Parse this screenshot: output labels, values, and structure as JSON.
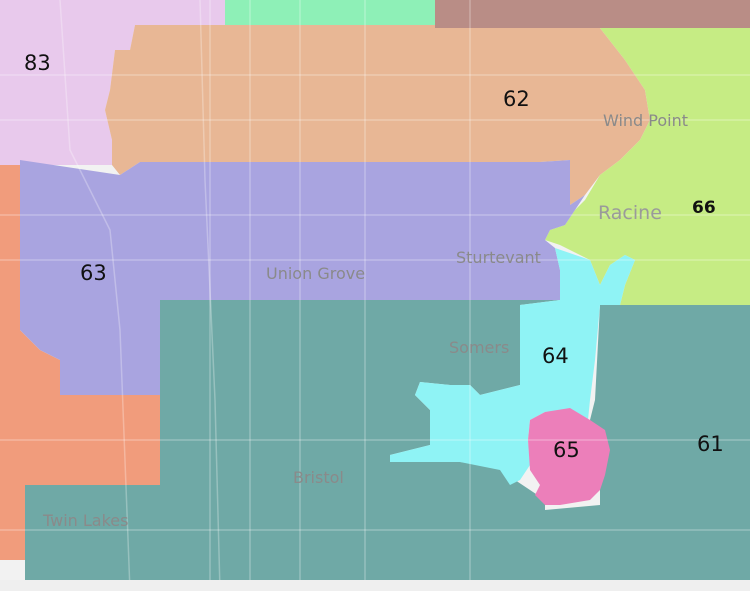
{
  "map": {
    "districts": [
      {
        "id": "61",
        "label": "61",
        "color": "#6fa9a6"
      },
      {
        "id": "62",
        "label": "62",
        "color": "#e8b795"
      },
      {
        "id": "63",
        "label": "63",
        "color": "#a9a4e0"
      },
      {
        "id": "64",
        "label": "64",
        "color": "#8ff3f5"
      },
      {
        "id": "65",
        "label": "65",
        "color": "#ec7fba"
      },
      {
        "id": "66",
        "label": "66",
        "color": "#c6ec84"
      },
      {
        "id": "83",
        "label": "83",
        "color": "#e8c9ec"
      },
      {
        "id": "orange-west",
        "label": "",
        "color": "#f19c7c"
      },
      {
        "id": "green-top",
        "label": "",
        "color": "#8ef0b7"
      },
      {
        "id": "brown-top",
        "label": "",
        "color": "#b98d86"
      }
    ],
    "places": [
      {
        "id": "wind-point",
        "label": "Wind Point"
      },
      {
        "id": "racine",
        "label": "Racine"
      },
      {
        "id": "sturtevant",
        "label": "Sturtevant"
      },
      {
        "id": "union-grove",
        "label": "Union Grove"
      },
      {
        "id": "somers",
        "label": "Somers"
      },
      {
        "id": "bristol",
        "label": "Bristol"
      },
      {
        "id": "twin-lakes",
        "label": "Twin Lakes"
      }
    ]
  }
}
